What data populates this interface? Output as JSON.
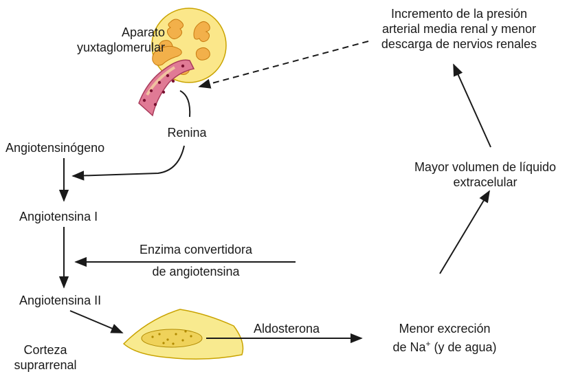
{
  "labels": {
    "jg_apparatus": [
      "Aparato",
      "yuxtaglomerular"
    ],
    "pressure_increase": [
      "Incremento de la presión",
      "arterial media renal y menor",
      "descarga de nervios renales"
    ],
    "renin": "Renina",
    "angiotensinogen": "Angiotensinógeno",
    "angiotensin_1": "Angiotensina I",
    "ace": [
      "Enzima convertidora",
      "de angiotensina"
    ],
    "angiotensin_2": "Angiotensina II",
    "ecf_volume": [
      "Mayor volumen de líquido",
      "extracelular"
    ],
    "aldosterone": "Aldosterona",
    "na_excretion_line1": "Menor excreción",
    "na_excretion_line2_prefix": "de Na",
    "na_excretion_sup": "+",
    "na_excretion_line2_suffix": " (y de agua)",
    "adrenal_cortex": [
      "Corteza",
      "suprarrenal"
    ]
  },
  "icons": [
    "juxtaglomerular-apparatus-illustration",
    "adrenal-cortex-illustration"
  ],
  "colors": {
    "apparatus_fill": "#fbe78a",
    "apparatus_blobs": "#f2b04a",
    "arteriole": "#e07a95",
    "cortex_fill": "#f8ea8f",
    "arrow": "#1a1a1a"
  }
}
